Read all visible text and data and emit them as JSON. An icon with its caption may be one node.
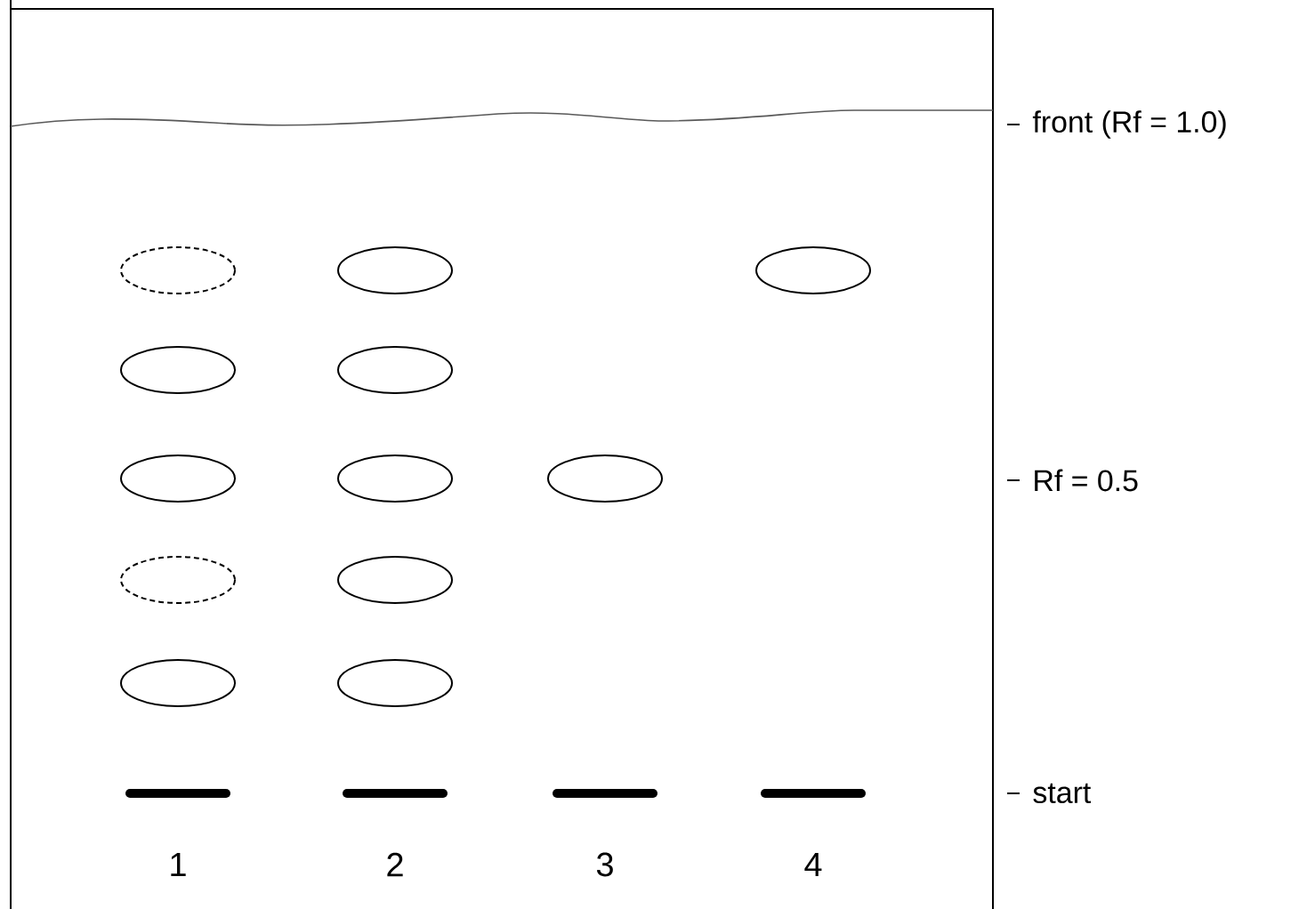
{
  "diagram": {
    "labels": [
      "front (Rf = 1.0)",
      "Rf = 0.5",
      "start",
      "1",
      "2",
      "3",
      "4"
    ]
  }
}
